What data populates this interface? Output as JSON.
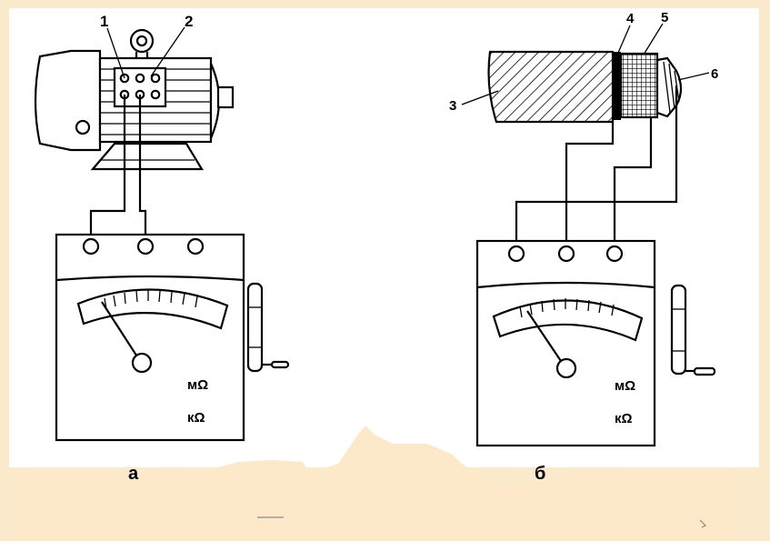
{
  "diagram": {
    "callouts": {
      "n1": "1",
      "n2": "2",
      "n3": "3",
      "n4": "4",
      "n5": "5",
      "n6": "6"
    },
    "panel_a": {
      "caption": "а",
      "unit_upper": "мΩ",
      "unit_lower": "кΩ"
    },
    "panel_b": {
      "caption": "б",
      "unit_upper": "мΩ",
      "unit_lower": "кΩ"
    }
  },
  "colors": {
    "background": "#fbe9cc",
    "paper": "#ffffff",
    "ink": "#000000",
    "banner": "#fde9c9"
  }
}
